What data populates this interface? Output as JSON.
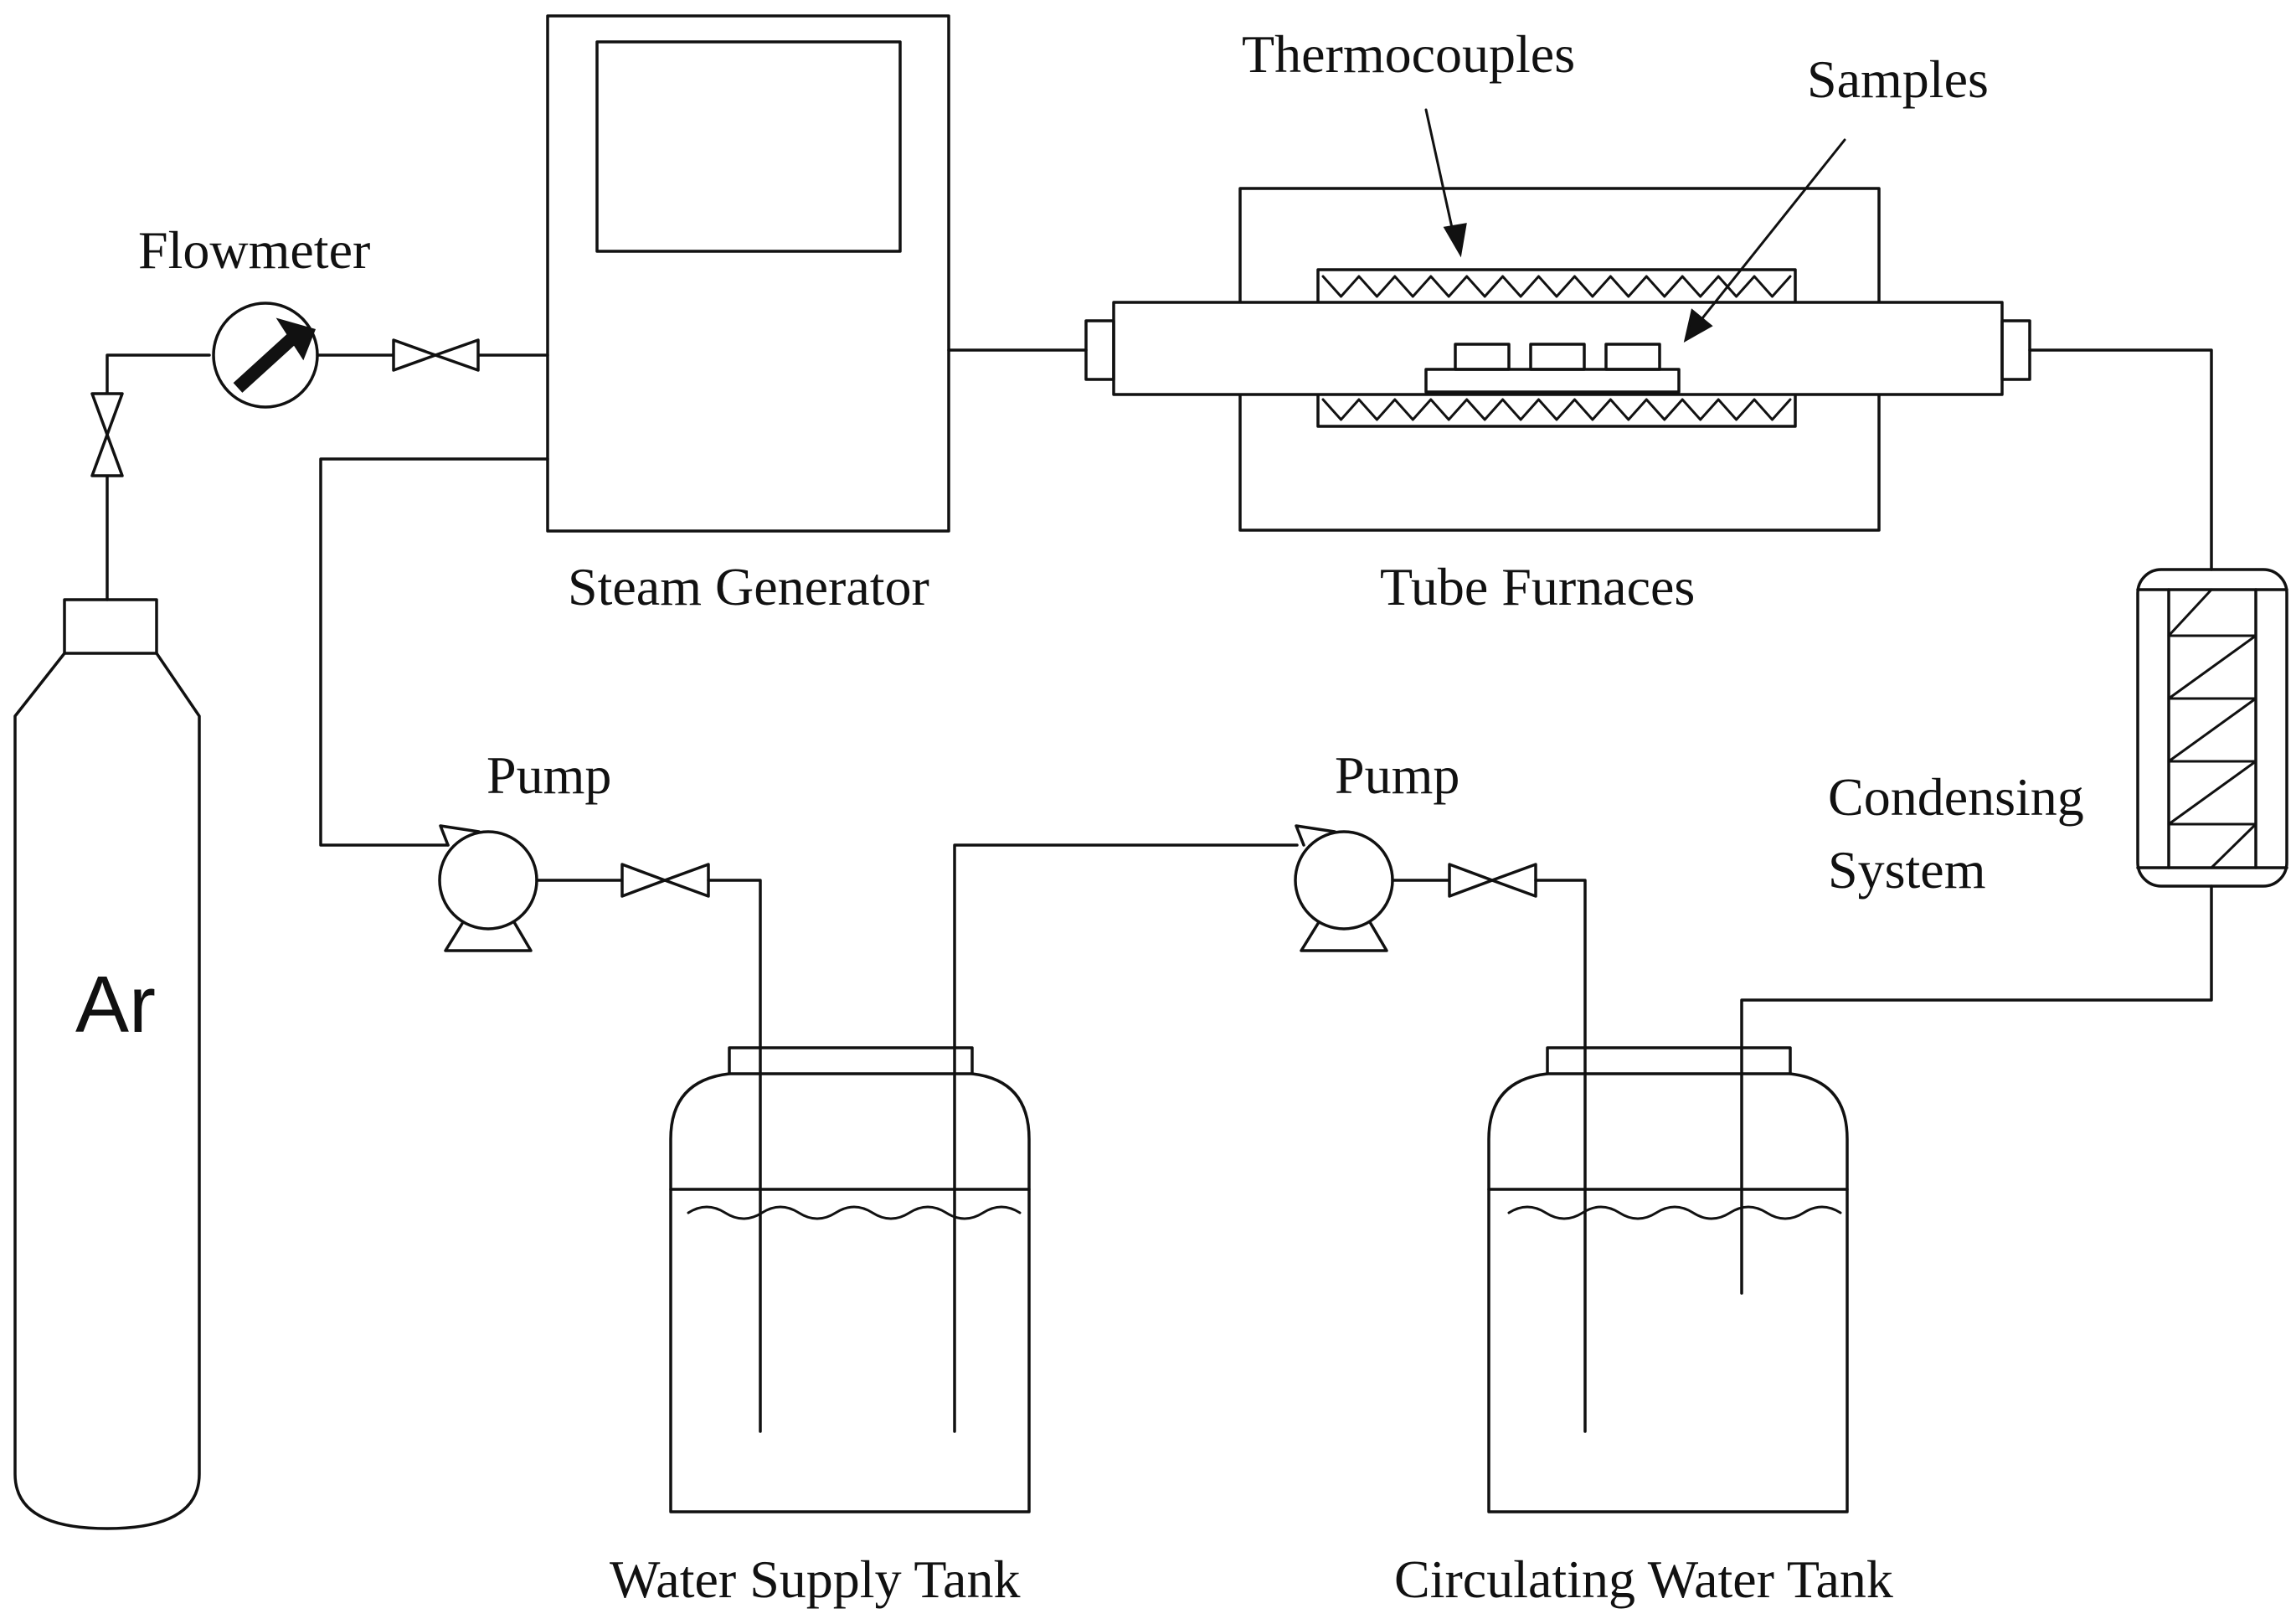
{
  "labels": {
    "flowmeter": "Flowmeter",
    "steam_generator": "Steam Generator",
    "thermocouples": "Thermocouples",
    "samples": "Samples",
    "tube_furnaces": "Tube Furnaces",
    "condensing_line1": "Condensing",
    "condensing_line2": "System",
    "pump_left": "Pump",
    "pump_right": "Pump",
    "water_supply_tank": "Water Supply Tank",
    "circulating_water_tank": "Circulating Water Tank",
    "gas_cylinder": "Ar"
  }
}
